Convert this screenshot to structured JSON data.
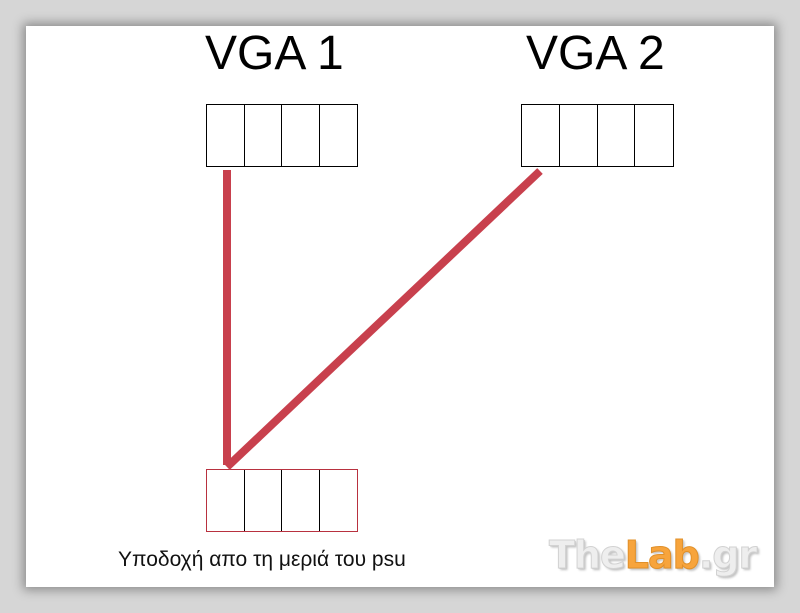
{
  "diagram": {
    "labels": {
      "vga1": "VGA 1",
      "vga2": "VGA 2",
      "psu_caption": "Υποδοχή απο τη μεριά του psu"
    },
    "connectors": [
      {
        "id": "vga1",
        "pins": 4
      },
      {
        "id": "vga2",
        "pins": 4
      },
      {
        "id": "psu",
        "pins": 4
      }
    ],
    "cables": [
      {
        "from": "psu",
        "to": "vga1"
      },
      {
        "from": "psu",
        "to": "vga2"
      }
    ],
    "cable_color": "#c8404d"
  },
  "watermark": {
    "part1": "The",
    "part2": "Lab",
    "part3": ".gr"
  }
}
